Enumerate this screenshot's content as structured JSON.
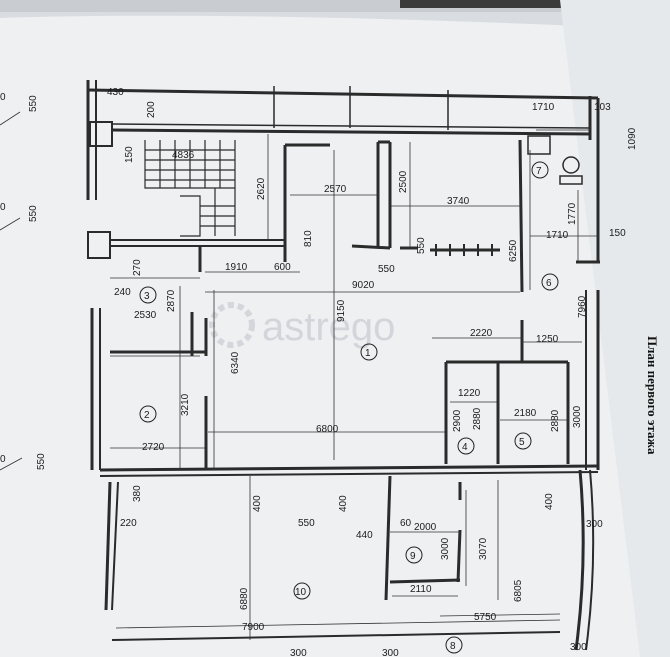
{
  "title": "План первого этажа",
  "watermark": "astrego",
  "colors": {
    "paper": "#eef0f2",
    "ink": "#1c1c1c",
    "wall": "#2b2b2b",
    "background": "#d9dde2"
  },
  "rooms": [
    "1",
    "2",
    "3",
    "4",
    "5",
    "6",
    "7",
    "8",
    "9",
    "10"
  ],
  "dimensions": {
    "d430": "430",
    "d200": "200",
    "d150a": "150",
    "d4836": "4836",
    "d2620": "2620",
    "d2570": "2570",
    "d2500": "2500",
    "d3740": "3740",
    "d1710a": "1710",
    "d103": "103",
    "d1090": "1090",
    "d1770": "1770",
    "d150b": "150",
    "d1710b": "1710",
    "d810": "810",
    "d550a": "550",
    "d6250": "6250",
    "d270": "270",
    "d240": "240",
    "d1910": "1910",
    "d600": "600",
    "d550b": "550",
    "d9020": "9020",
    "d2870": "2870",
    "d2530": "2530",
    "d9150": "9150",
    "d7960": "7960",
    "d2220": "2220",
    "d1250": "1250",
    "d6340": "6340",
    "d1220": "1220",
    "d3210": "3210",
    "d2900": "2900",
    "d2880a": "2880",
    "d2180": "2180",
    "d2880b": "2880",
    "d3000a": "3000",
    "d6800": "6800",
    "d2720": "2720",
    "d380": "380",
    "d220": "220",
    "d400a": "400",
    "d400b": "400",
    "d400c": "400",
    "d550c": "550",
    "d60": "60",
    "d2000": "2000",
    "d3000b": "3000",
    "d3070": "3070",
    "d440": "440",
    "d300a": "300",
    "d6805": "6805",
    "d2110": "2110",
    "d6880": "6880",
    "d5750": "5750",
    "d7900": "7900",
    "d300b": "300",
    "d300c": "300",
    "d300d": "300",
    "m550a": "550",
    "m550b": "550",
    "m550c": "550",
    "m0a": "0",
    "m0b": "0",
    "m0c": "0"
  }
}
